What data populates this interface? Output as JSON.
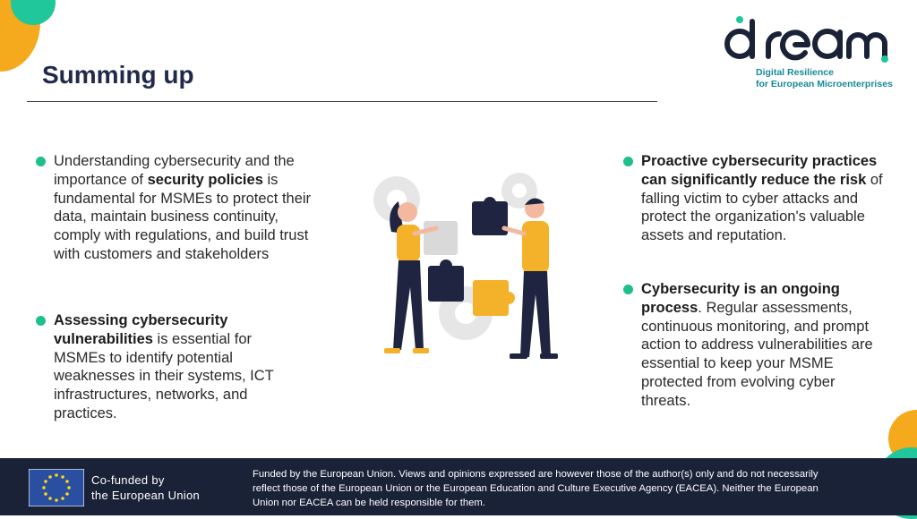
{
  "slide": {
    "title": "Summing up"
  },
  "logo": {
    "name": "dream",
    "subtitle_line1": "Digital Resilience",
    "subtitle_line2": "for European Microenterprises"
  },
  "left_bullets": {
    "b1": {
      "p1": "Understanding cybersecurity and the importance of ",
      "bold": "security policies",
      "p2": " is fundamental for MSMEs to protect their data, maintain business continuity, comply with regulations, and build trust with customers and stakeholders"
    },
    "b2": {
      "bold": "Assessing cybersecurity vulnerabilities",
      "p2": " is essential for MSMEs to identify potential weaknesses in their systems, ICT infrastructures, networks, and practices."
    }
  },
  "right_bullets": {
    "b1": {
      "bold": "Proactive cybersecurity practices can significantly reduce the risk",
      "p2": " of falling victim to cyber attacks and protect the organization's valuable assets and reputation."
    },
    "b2": {
      "bold": "Cybersecurity is an ongoing process",
      "p2": ". Regular assessments, continuous monitoring, and prompt action to address vulnerabilities are essential to keep your MSME protected from evolving cyber threats."
    }
  },
  "footer": {
    "cofunded_line1": "Co-funded by",
    "cofunded_line2": "the European Union",
    "disclaimer": "Funded by the European Union. Views and opinions expressed are however those of the author(s) only and do not necessarily reflect those of the European Union or the European Education and Culture Executive Agency (EACEA). Neither the European Union nor EACEA can be held responsible for them."
  },
  "colors": {
    "accent_green": "#1fbf8a",
    "accent_orange": "#f5a91c",
    "footer_bg": "#1a2238",
    "title": "#222a4b",
    "logo_teal": "#16899a"
  }
}
